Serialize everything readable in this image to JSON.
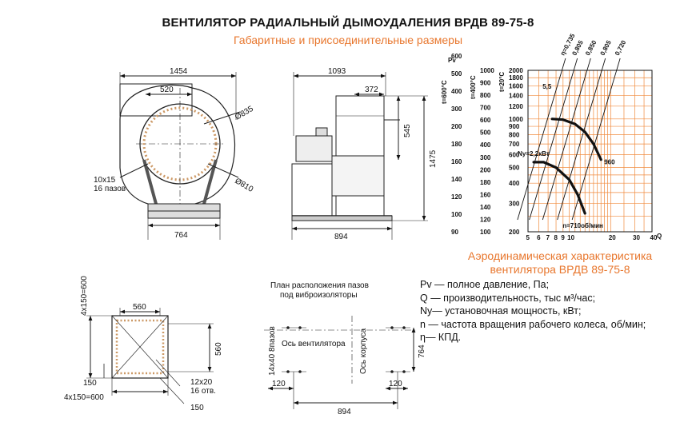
{
  "header": {
    "title": "ВЕНТИЛЯТОР РАДИАЛЬНЫЙ ДЫМОУДАЛЕНИЯ ВРДВ 89-75-8",
    "subtitle": "Габаритные и присоединительные размеры"
  },
  "front_view": {
    "dim_width": "1454",
    "dim_outlet": "520",
    "dim_d835": "Ø835",
    "dim_d810": "Ø810",
    "dim_base": "764",
    "holes_label1": "10x15",
    "holes_label2": "16 пазов"
  },
  "side_view": {
    "dim_length": "1093",
    "dim_372": "372",
    "dim_545": "545",
    "dim_height": "1475",
    "dim_base": "894"
  },
  "flange_view": {
    "dim_560_top": "560",
    "dim_560_side": "560",
    "dim_left_vert": "4x150=600",
    "dim_bottom": "4x150=600",
    "dim_150_left": "150",
    "dim_150_bottom": "150",
    "holes_label1": "12x20",
    "holes_label2": "16 отв."
  },
  "slots_plan": {
    "title_line1": "План расположения пазов",
    "title_line2": "под виброизоляторы",
    "slots_label": "14x40 8пазов",
    "fan_axis": "Ось вентилятора",
    "casing_axis": "Ось корпуса",
    "dim_120_left": "120",
    "dim_120_right": "120",
    "dim_764": "764",
    "dim_894": "894"
  },
  "chart_title": {
    "line1": "Аэродинамическая характеристика",
    "line2": "вентилятора  ВРДВ 89-75-8"
  },
  "legend": [
    "Pv — полное давление, Па;",
    "Q  — производительность, тыс м³/час;",
    "Ny— установочная мощность, кВт;",
    "n — частота вращения рабочего колеса,  об/мин;",
    "η— КПД."
  ],
  "chart_data": {
    "type": "line",
    "xlabel": "Q",
    "ylabel": "Pv",
    "x_ticks": [
      "5",
      "6",
      "7",
      "8",
      "9",
      "10",
      "20",
      "30",
      "40"
    ],
    "y_ticks_main": [
      "200",
      "300",
      "400",
      "500",
      "600",
      "700",
      "800",
      "900",
      "1000",
      "1200",
      "1400",
      "1600",
      "1800",
      "2000"
    ],
    "y_ticks_400C": [
      "100",
      "120",
      "140",
      "160",
      "180",
      "200",
      "300",
      "400",
      "500",
      "600",
      "700",
      "800",
      "900",
      "1000"
    ],
    "y_ticks_600C": [
      "90",
      "100",
      "120",
      "140",
      "160",
      "180",
      "200",
      "300",
      "400",
      "500",
      "600"
    ],
    "axis_col_400C": "t=400°C",
    "axis_col_600C": "t=600°C",
    "axis_col_20C": "t=20°C",
    "efficiency_lines": [
      "η=0,735",
      "0,805",
      "0,850",
      "0,805",
      "0,720"
    ],
    "series": [
      {
        "name": "n=960об/мин",
        "label": "960",
        "power_label": "5,5",
        "x": [
          7.5,
          9,
          11,
          13,
          15,
          17
        ],
        "y": [
          1000,
          990,
          930,
          830,
          700,
          560
        ]
      },
      {
        "name": "n=710об/мин",
        "label": "n=710об/мин",
        "power_label": "Ny=2,2кВт",
        "x": [
          5.5,
          6.5,
          8,
          10,
          11.5,
          13
        ],
        "y": [
          540,
          540,
          500,
          420,
          340,
          260
        ]
      }
    ],
    "colors": {
      "grid": "#f08a3c",
      "curve": "#111111",
      "accent": "#e8772e"
    },
    "grid": true
  }
}
